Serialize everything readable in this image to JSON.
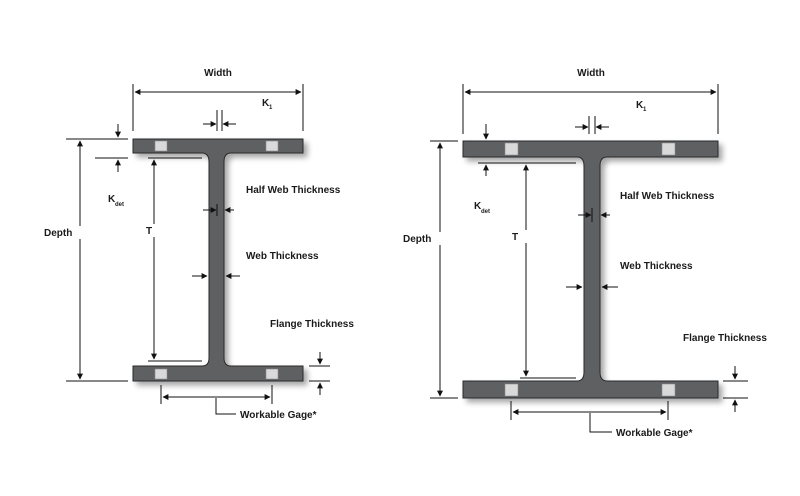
{
  "left_beam": {
    "width": "Width",
    "k1_main": "K",
    "k1_sub": "1",
    "kdet_main": "K",
    "kdet_sub": "det",
    "depth": "Depth",
    "t": "T",
    "half_web": "Half Web Thickness",
    "web": "Web Thickness",
    "flange": "Flange Thickness",
    "gage": "Workable Gage*"
  },
  "right_beam": {
    "width": "Width",
    "k1_main": "K",
    "k1_sub": "1",
    "kdet_main": "K",
    "kdet_sub": "det",
    "depth": "Depth",
    "t": "T",
    "half_web": "Half Web Thickness",
    "web": "Web Thickness",
    "flange": "Flange Thickness",
    "gage": "Workable Gage*"
  },
  "colors": {
    "steel": "#5e6062",
    "hole": "#d9d9d9",
    "line": "#111111"
  }
}
